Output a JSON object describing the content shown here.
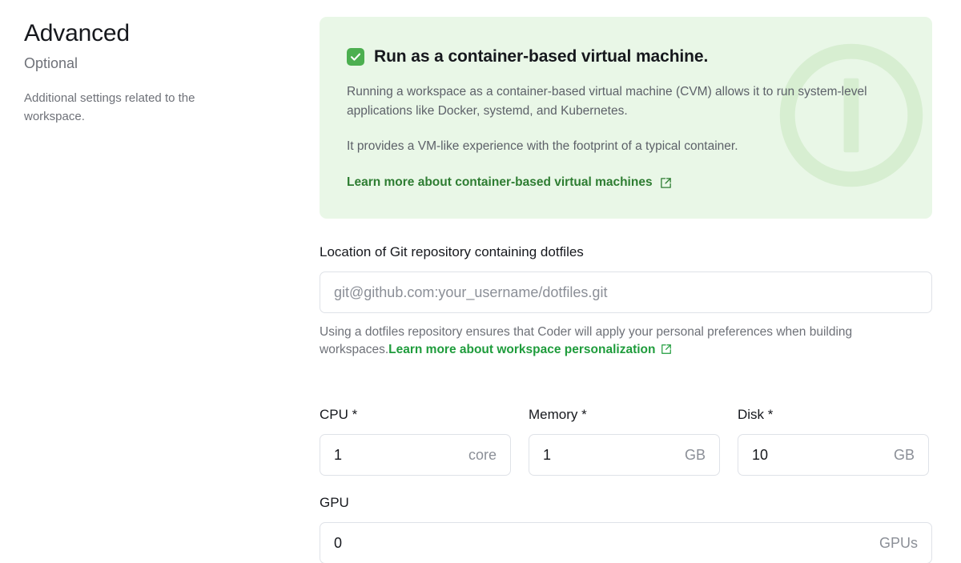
{
  "sidebar": {
    "title": "Advanced",
    "subtitle": "Optional",
    "description": "Additional settings related to the workspace."
  },
  "alert": {
    "icon": "check-square-icon",
    "watermark_icon": "info-circle-icon",
    "checked": true,
    "title": "Run as a container-based virtual machine.",
    "paragraph_1": "Running a workspace as a container-based virtual machine (CVM) allows it to run system-level applications like Docker, systemd, and Kubernetes.",
    "paragraph_2": "It provides a VM-like experience with the footprint of a typical container.",
    "link_label": "Learn more about container-based virtual machines",
    "link_icon": "external-link-icon",
    "background_color": "#e9f7e7",
    "accent_color": "#4caf50",
    "link_color": "#2e7d32"
  },
  "dotfiles": {
    "label": "Location of Git repository containing dotfiles",
    "value": "",
    "placeholder": "git@github.com:your_username/dotfiles.git",
    "helper_prefix": "Using a dotfiles repository ensures that Coder will apply your personal preferences when building workspaces.",
    "helper_link_label": "Learn more about workspace personalization",
    "helper_link_icon": "external-link-icon",
    "helper_link_color": "#1f9c3c"
  },
  "resources": [
    {
      "name": "cpu",
      "label": "CPU",
      "required": true,
      "value": "1",
      "unit": "core"
    },
    {
      "name": "memory",
      "label": "Memory",
      "required": true,
      "value": "1",
      "unit": "GB"
    },
    {
      "name": "disk",
      "label": "Disk",
      "required": true,
      "value": "10",
      "unit": "GB"
    }
  ],
  "gpu": {
    "label": "GPU",
    "required": false,
    "value": "0",
    "unit": "GPUs"
  },
  "required_marker": "*"
}
